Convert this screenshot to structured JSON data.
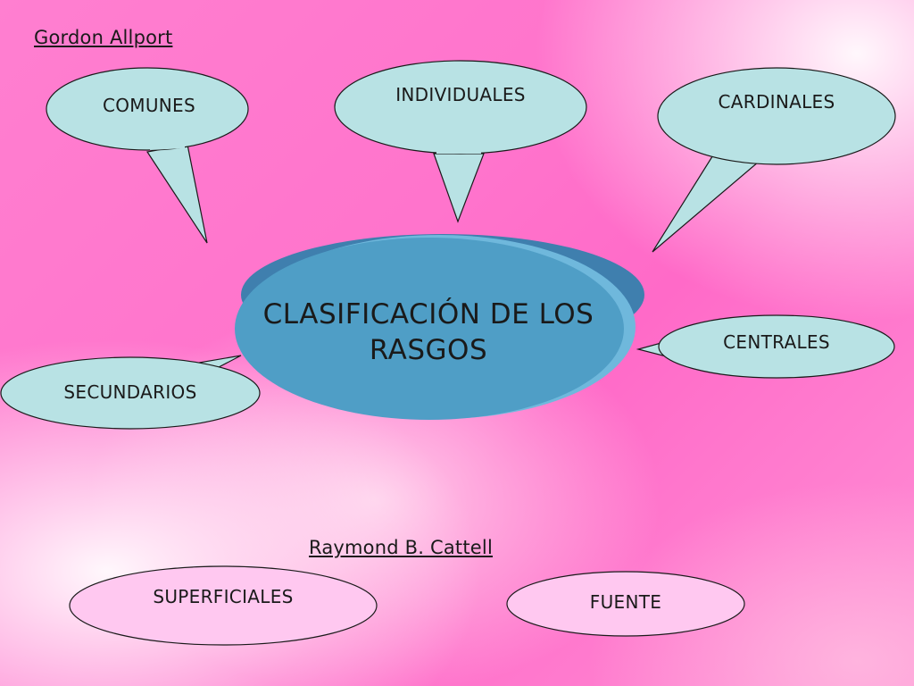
{
  "headings": {
    "allport": "Gordon Allport",
    "cattell": "Raymond B. Cattell"
  },
  "center": {
    "line1": "CLASIFICACIÓN DE LOS",
    "line2": "RASGOS"
  },
  "allport_traits": {
    "comunes": "COMUNES",
    "individuales": "INDIVIDUALES",
    "cardinales": "CARDINALES",
    "centrales": "CENTRALES",
    "secundarios": "SECUNDARIOS"
  },
  "cattell_traits": {
    "superficiales": "SUPERFICIALES",
    "fuente": "FUENTE"
  },
  "colors": {
    "bubble_fill": "#b8e2e4",
    "cattell_fill": "#ffc8f0",
    "center_fill": "#4f9ec6",
    "center_shadow": "#3f7fae",
    "outline": "#1a1a1a"
  }
}
